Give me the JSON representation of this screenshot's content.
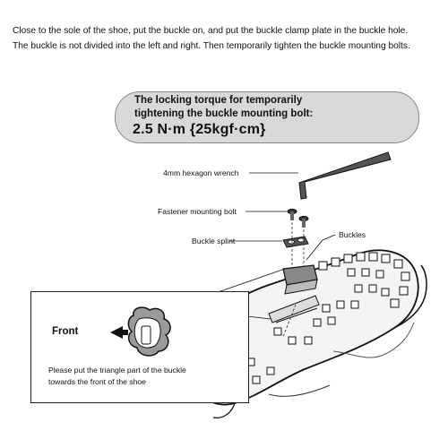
{
  "instructions": {
    "line1": "Close to the sole of the shoe, put the buckle on, and put the buckle clamp plate in the buckle hole.",
    "line2": "The buckle is not divided into the left and right. Then temporarily tighten the buckle mounting bolts."
  },
  "torque": {
    "line1": "The locking torque for temporarily",
    "line2": "tightening the buckle mounting bolt:",
    "value": "2.5 N·m {25kgf·cm}"
  },
  "callouts": {
    "wrench": "4mm hexagon wrench",
    "bolt": "Fastener mounting bolt",
    "splint": "Buckle splint",
    "buckles": "Buckles"
  },
  "inset": {
    "front": "Front",
    "note_line1": "Please put the triangle part of the buckle",
    "note_line2": "towards the front of the shoe"
  }
}
